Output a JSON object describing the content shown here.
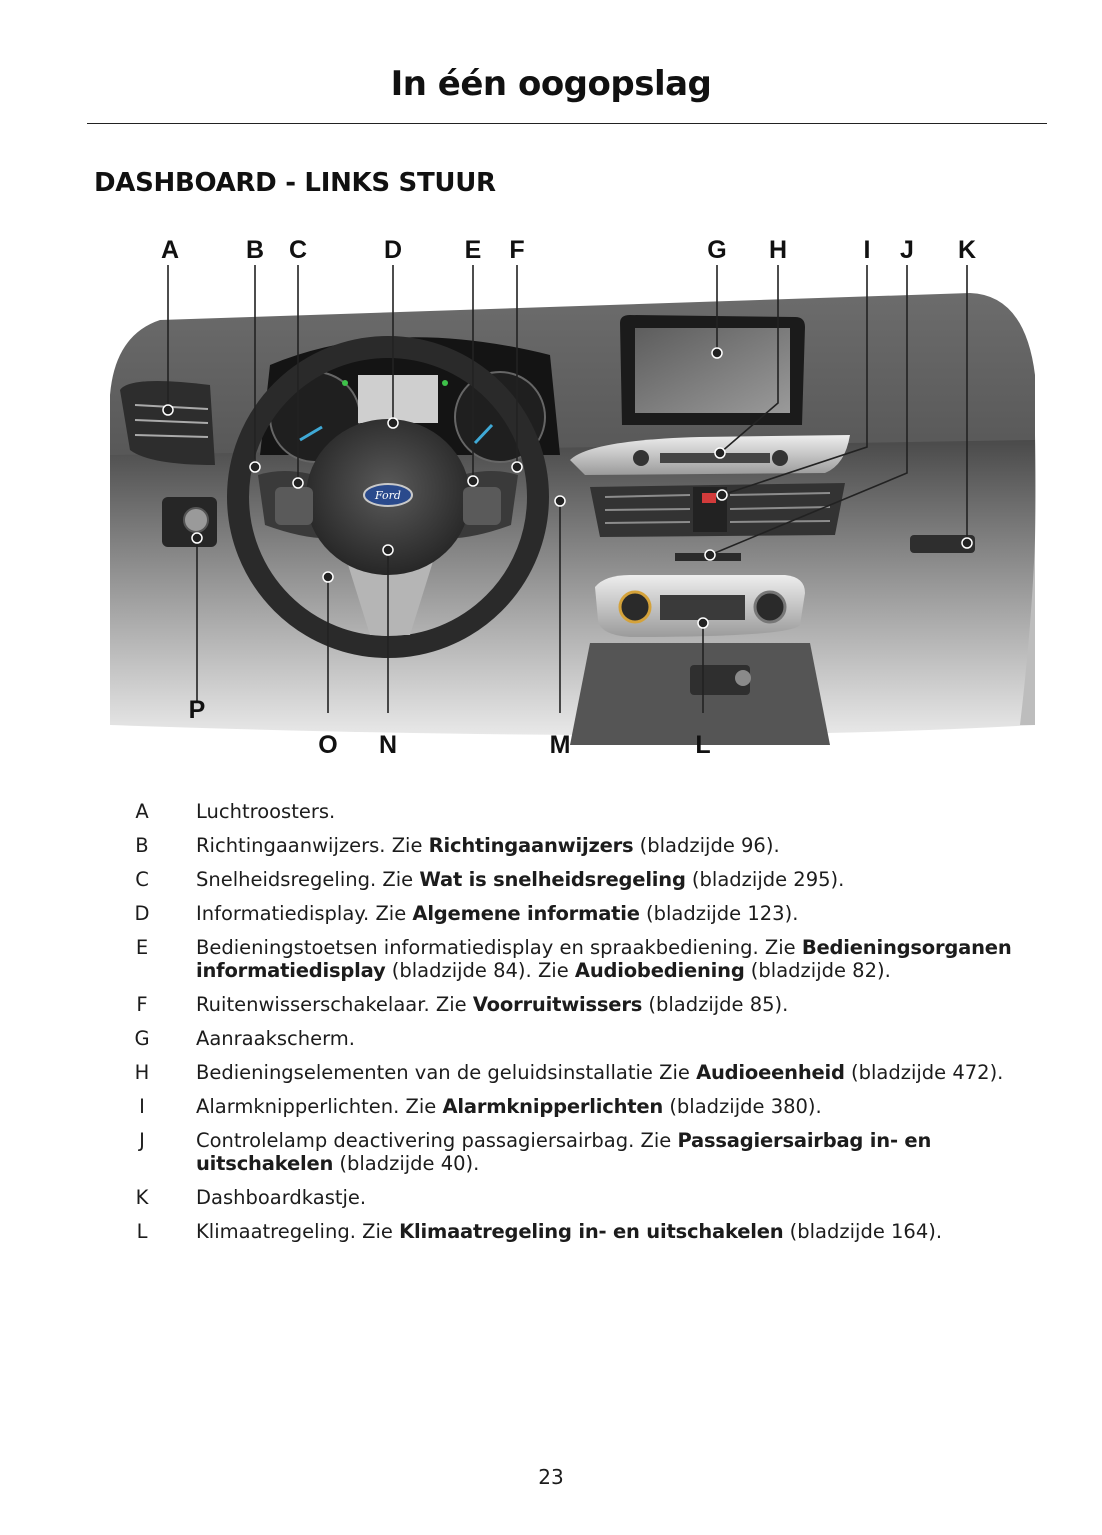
{
  "header": {
    "title": "In één oogopslag"
  },
  "section": {
    "heading": "DASHBOARD - LINKS STUUR"
  },
  "figure": {
    "labels": {
      "A": "A",
      "B": "B",
      "C": "C",
      "D": "D",
      "E": "E",
      "F": "F",
      "G": "G",
      "H": "H",
      "I": "I",
      "J": "J",
      "K": "K",
      "L": "L",
      "M": "M",
      "N": "N",
      "O": "O",
      "P": "P"
    },
    "badge": "Ford"
  },
  "legend": [
    {
      "letter": "A",
      "text": "Luchtroosters.",
      "ref": "",
      "page": ""
    },
    {
      "letter": "B",
      "text": "Richtingaanwijzers.  Zie ",
      "ref": "Richtingaanwijzers",
      "page": " (bladzijde 96)."
    },
    {
      "letter": "C",
      "text": "Snelheidsregeling.  Zie ",
      "ref": "Wat is snelheidsregeling",
      "page": " (bladzijde 295)."
    },
    {
      "letter": "D",
      "text": "Informatiedisplay.  Zie ",
      "ref": "Algemene informatie",
      "page": " (bladzijde 123)."
    },
    {
      "letter": "E",
      "text": "Bedieningstoetsen informatiedisplay en spraakbediening.  Zie ",
      "ref": "Bedieningsorganen informatiedisplay",
      "page": " (bladzijde 84). Zie ",
      "ref2": "Audiobediening",
      "page2": " (bladzijde 82)."
    },
    {
      "letter": "F",
      "text": "Ruitenwisserschakelaar.  Zie ",
      "ref": "Voorruitwissers",
      "page": " (bladzijde 85)."
    },
    {
      "letter": "G",
      "text": "Aanraakscherm.",
      "ref": "",
      "page": ""
    },
    {
      "letter": "H",
      "text": "Bedieningselementen van de geluidsinstallatie  Zie ",
      "ref": "Audioeenheid",
      "page": " (bladzijde 472)."
    },
    {
      "letter": "I",
      "text": "Alarmknipperlichten.  Zie ",
      "ref": "Alarmknipperlichten",
      "page": " (bladzijde 380)."
    },
    {
      "letter": "J",
      "text": "Controlelamp deactivering passagiersairbag.  Zie ",
      "ref": "Passagiersairbag in- en uitschakelen",
      "page": " (bladzijde 40)."
    },
    {
      "letter": "K",
      "text": "Dashboardkastje.",
      "ref": "",
      "page": ""
    },
    {
      "letter": "L",
      "text": "Klimaatregeling.  Zie ",
      "ref": "Klimaatregeling in- en uitschakelen",
      "page": " (bladzijde 164)."
    }
  ],
  "footer": {
    "page_number": "23"
  }
}
